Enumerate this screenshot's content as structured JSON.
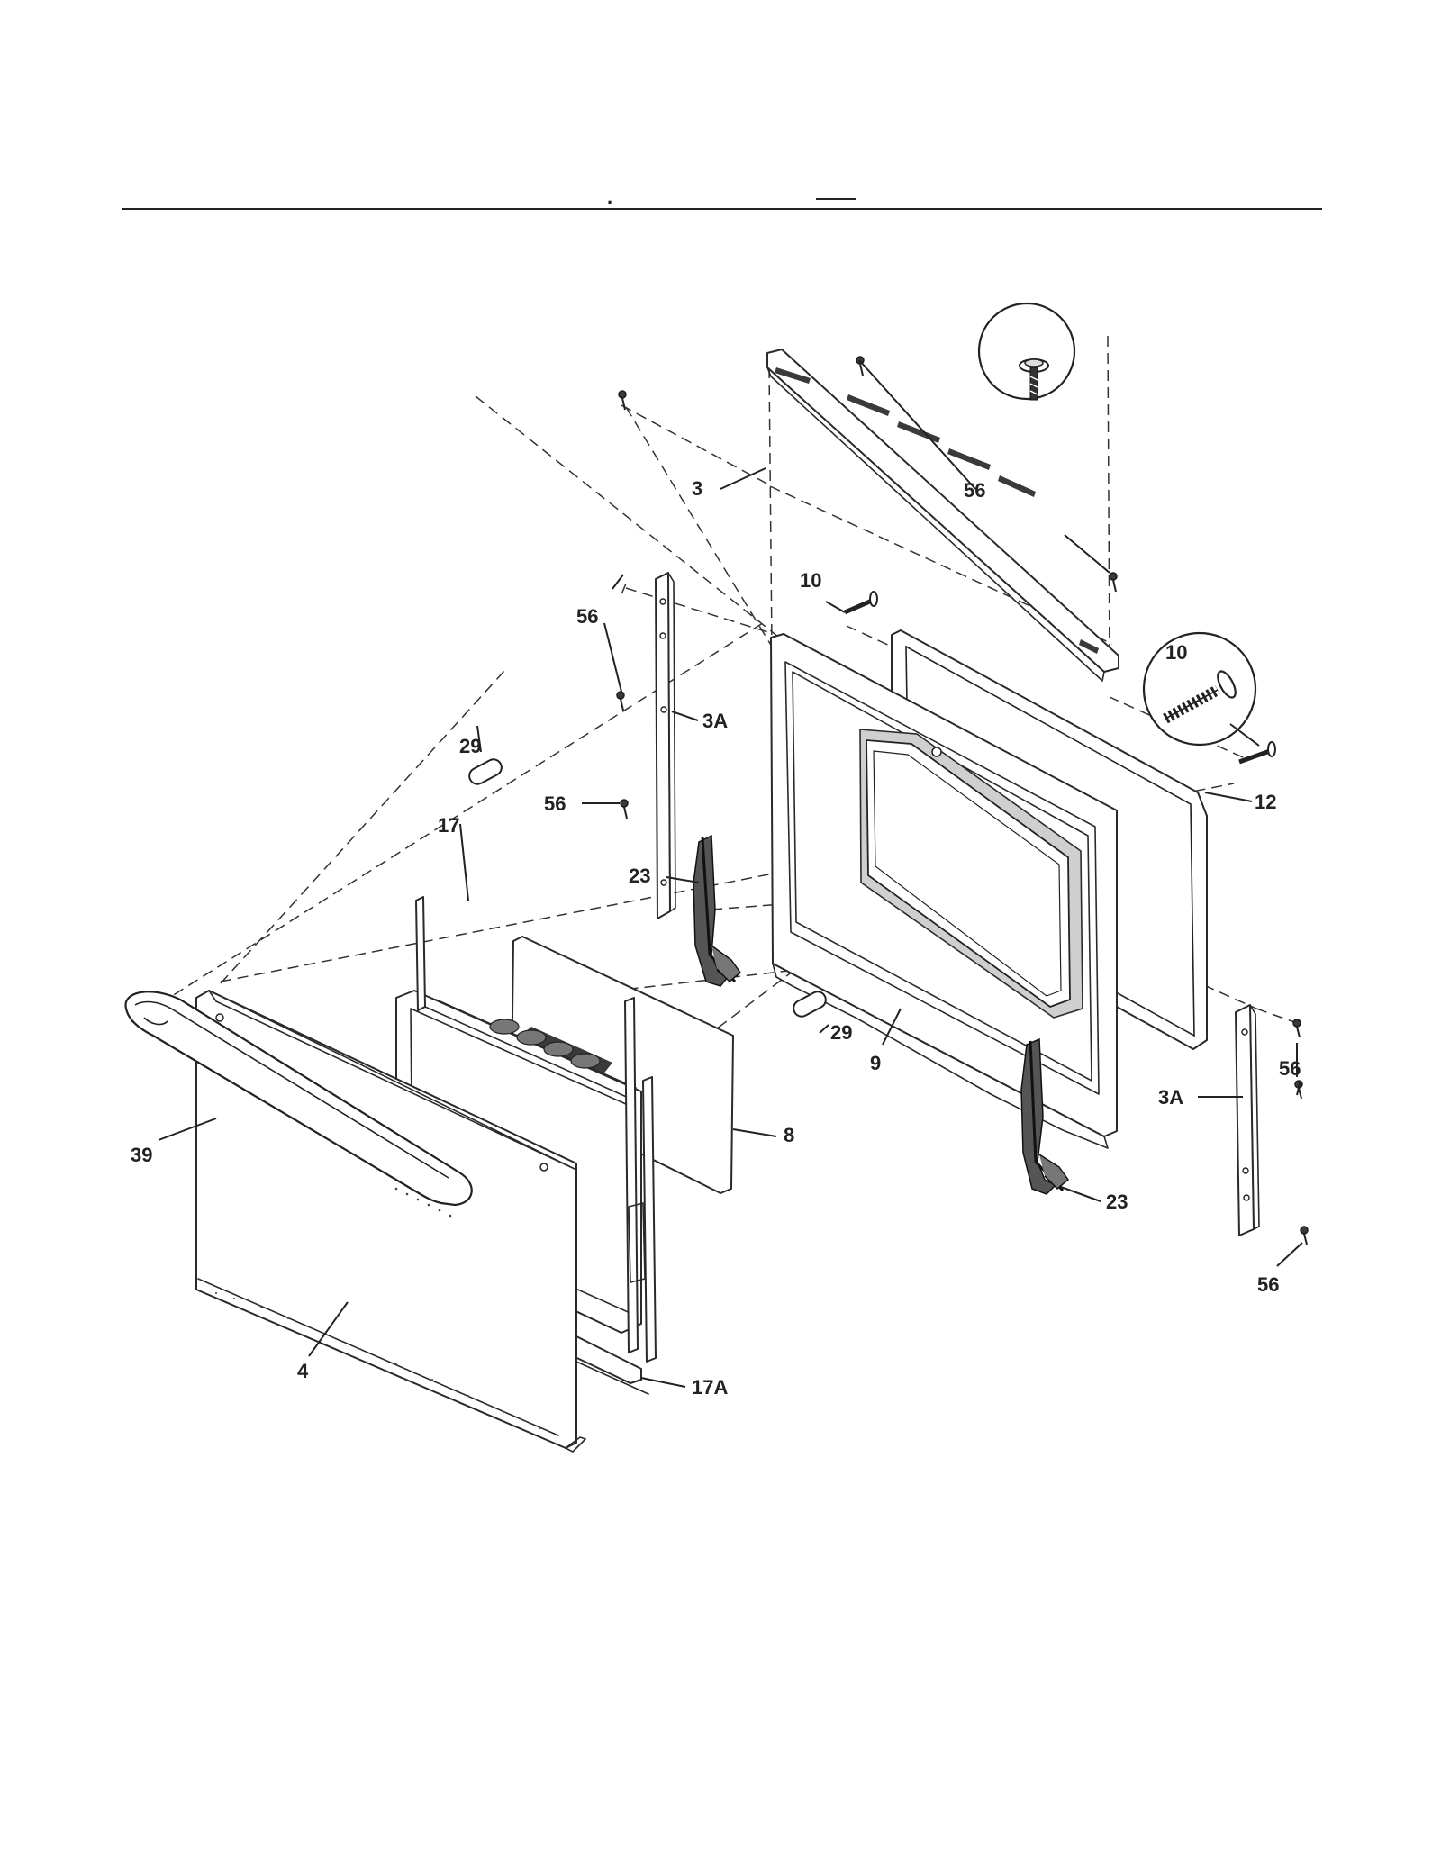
{
  "header": {
    "mark": "."
  },
  "callouts": [
    {
      "id": "3",
      "text": "3"
    },
    {
      "id": "56-detail",
      "text": "56"
    },
    {
      "id": "56-upper-left",
      "text": "56"
    },
    {
      "id": "10-small",
      "text": "10"
    },
    {
      "id": "10-detail",
      "text": "10"
    },
    {
      "id": "29-left",
      "text": "29"
    },
    {
      "id": "3A-left",
      "text": "3A"
    },
    {
      "id": "56-mid-left",
      "text": "56"
    },
    {
      "id": "12",
      "text": "12"
    },
    {
      "id": "17",
      "text": "17"
    },
    {
      "id": "23-left",
      "text": "23"
    },
    {
      "id": "29-right",
      "text": "29"
    },
    {
      "id": "9",
      "text": "9"
    },
    {
      "id": "56-right",
      "text": "56"
    },
    {
      "id": "3A-right",
      "text": "3A"
    },
    {
      "id": "39",
      "text": "39"
    },
    {
      "id": "8",
      "text": "8"
    },
    {
      "id": "23-right",
      "text": "23"
    },
    {
      "id": "56-bottom-right",
      "text": "56"
    },
    {
      "id": "4",
      "text": "4"
    },
    {
      "id": "17A",
      "text": "17A"
    }
  ]
}
